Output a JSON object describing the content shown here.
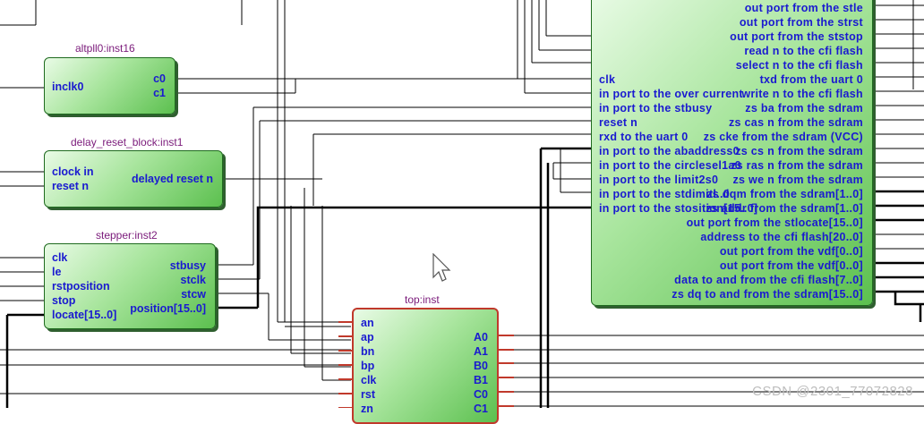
{
  "blocks": {
    "altpll": {
      "title": "altpll0:inst16",
      "inputs": [
        "inclk0"
      ],
      "outputs": [
        "c0",
        "c1"
      ]
    },
    "delay": {
      "title": "delay_reset_block:inst1",
      "inputs": [
        "clock in",
        "reset n"
      ],
      "outputs": [
        "delayed reset n"
      ]
    },
    "stepper": {
      "title": "stepper:inst2",
      "inputs": [
        "clk",
        "le",
        "rstposition",
        "stop",
        "locate[15..0]"
      ],
      "outputs": [
        "stbusy",
        "stclk",
        "stcw",
        "position[15..0]"
      ]
    },
    "top": {
      "title": "top:inst",
      "inputs": [
        "an",
        "ap",
        "bn",
        "bp",
        "clk",
        "rst",
        "zn"
      ],
      "outputs": [
        "A0",
        "A1",
        "B0",
        "B1",
        "C0",
        "C1"
      ]
    },
    "big": {
      "left_pins": [
        "clk",
        "in port to the over current",
        "in port to the stbusy",
        "reset n",
        "rxd to the uart 0",
        "in port to the abaddress0",
        "in port to the circlesel1a0",
        "in port to the limit2s0",
        "in port to the stdimitl..0",
        "in port to the stosition[15..0]"
      ],
      "right_pins": [
        "out port from the stle",
        "out port from the strst",
        "out port from the ststop",
        "read n to the cfi flash",
        "select n to the cfi flash",
        "txd from the uart 0",
        "write n to the cfi flash",
        "zs ba from the sdram",
        "zs cas n from the sdram",
        "zs cke from the sdram (VCC)",
        "zs cs n from the sdram",
        "zs ras n from the sdram",
        "zs we n from the sdram",
        "zs dqm from the sdram[1..0]",
        "zs addr from the sdram[1..0]",
        "out port from the stlocate[15..0]",
        "address to the cfi flash[20..0]",
        "out port from the vdf[0..0]",
        "out port from the vdf[0..0]",
        "data to and from the cfi flash[7..0]",
        "zs dq to and from the sdram[15..0]"
      ]
    }
  },
  "watermark": "CSDN @2301_77072828"
}
